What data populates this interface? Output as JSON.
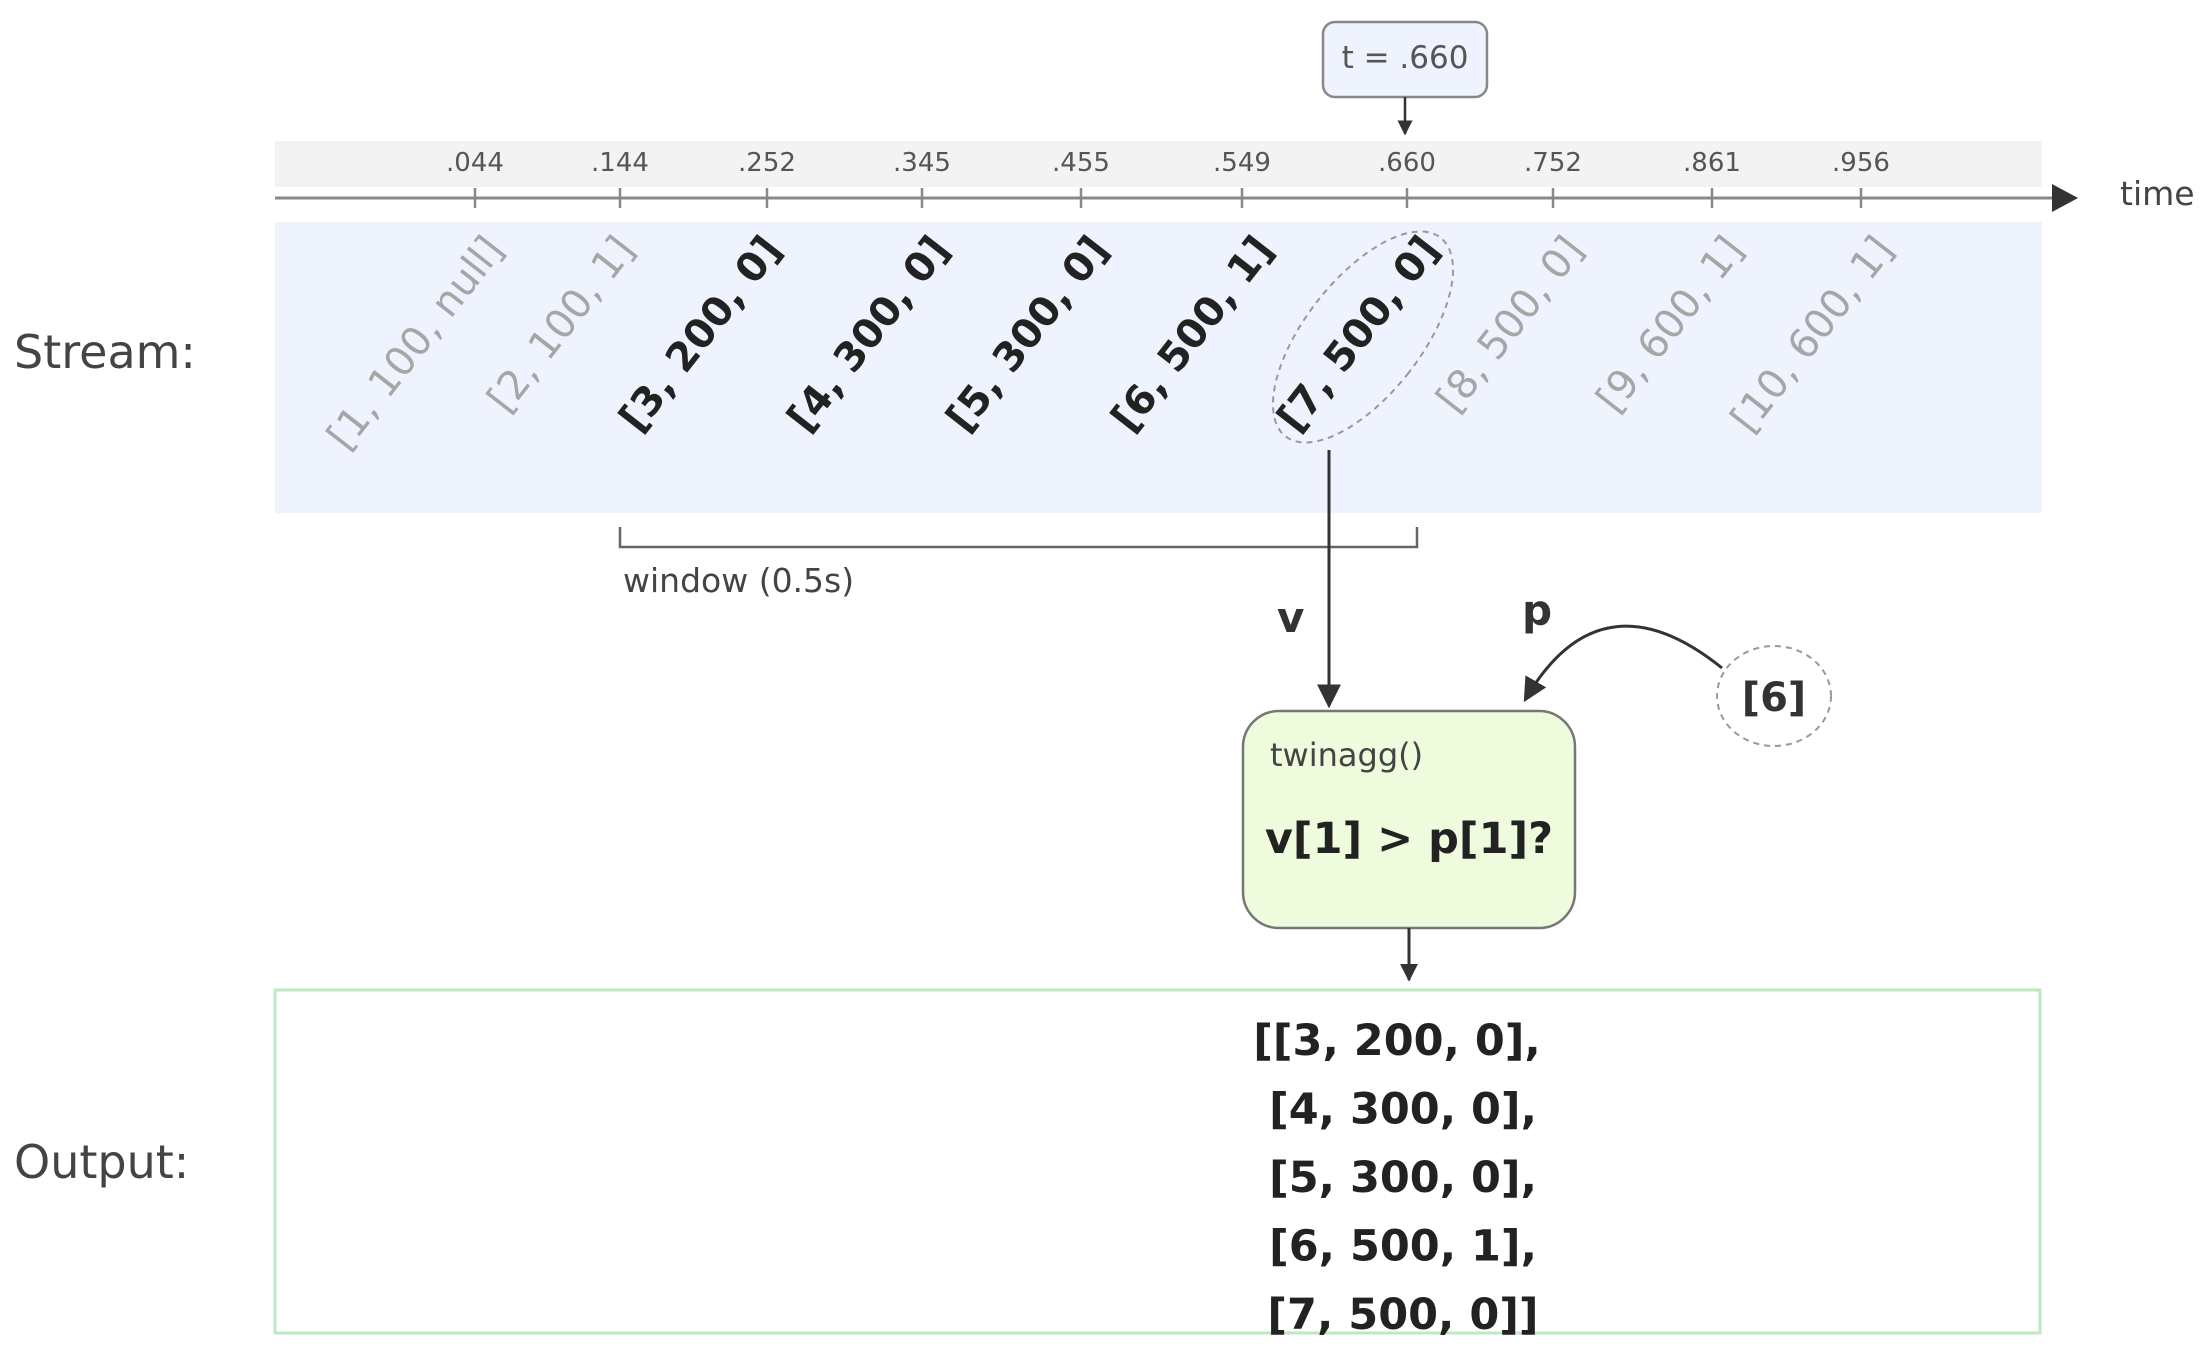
{
  "cursor": {
    "label": "t = .660"
  },
  "timeline": {
    "axis_label": "time",
    "ticks": [
      ".044",
      ".144",
      ".252",
      ".345",
      ".455",
      ".549",
      ".660",
      ".752",
      ".861",
      ".956"
    ]
  },
  "stream": {
    "label": "Stream:",
    "events": [
      {
        "text": "[1, 100, null]",
        "in_window": false
      },
      {
        "text": "[2, 100, 1]",
        "in_window": false
      },
      {
        "text": "[3, 200, 0]",
        "in_window": true
      },
      {
        "text": "[4, 300, 0]",
        "in_window": true
      },
      {
        "text": "[5, 300, 0]",
        "in_window": true
      },
      {
        "text": "[6, 500, 1]",
        "in_window": true
      },
      {
        "text": "[7, 500, 0]",
        "in_window": true,
        "current": true
      },
      {
        "text": "[8, 500, 0]",
        "in_window": false
      },
      {
        "text": "[9, 600, 1]",
        "in_window": false
      },
      {
        "text": "[10, 600, 1]",
        "in_window": false
      }
    ]
  },
  "window": {
    "label": "window (0.5s)"
  },
  "operator": {
    "name": "twinagg()",
    "expression": "v[1] > p[1]?",
    "input_v_label": "v",
    "input_p_label": "p",
    "param_value": "[6]"
  },
  "output": {
    "label": "Output:",
    "lines": [
      "[[3, 200, 0],",
      "[4, 300, 0],",
      "[5, 300, 0],",
      "[6, 500, 1],",
      "[7, 500, 0]]"
    ]
  },
  "colors": {
    "stream_band": "#eef3fd",
    "axis_band": "#f3f3f3",
    "operator_fill": "#eefbdc",
    "output_border": "#bfe8bf",
    "cursor_fill": "#eef3fd",
    "muted_text": "#a6a6a6",
    "strong_text": "#222222"
  }
}
